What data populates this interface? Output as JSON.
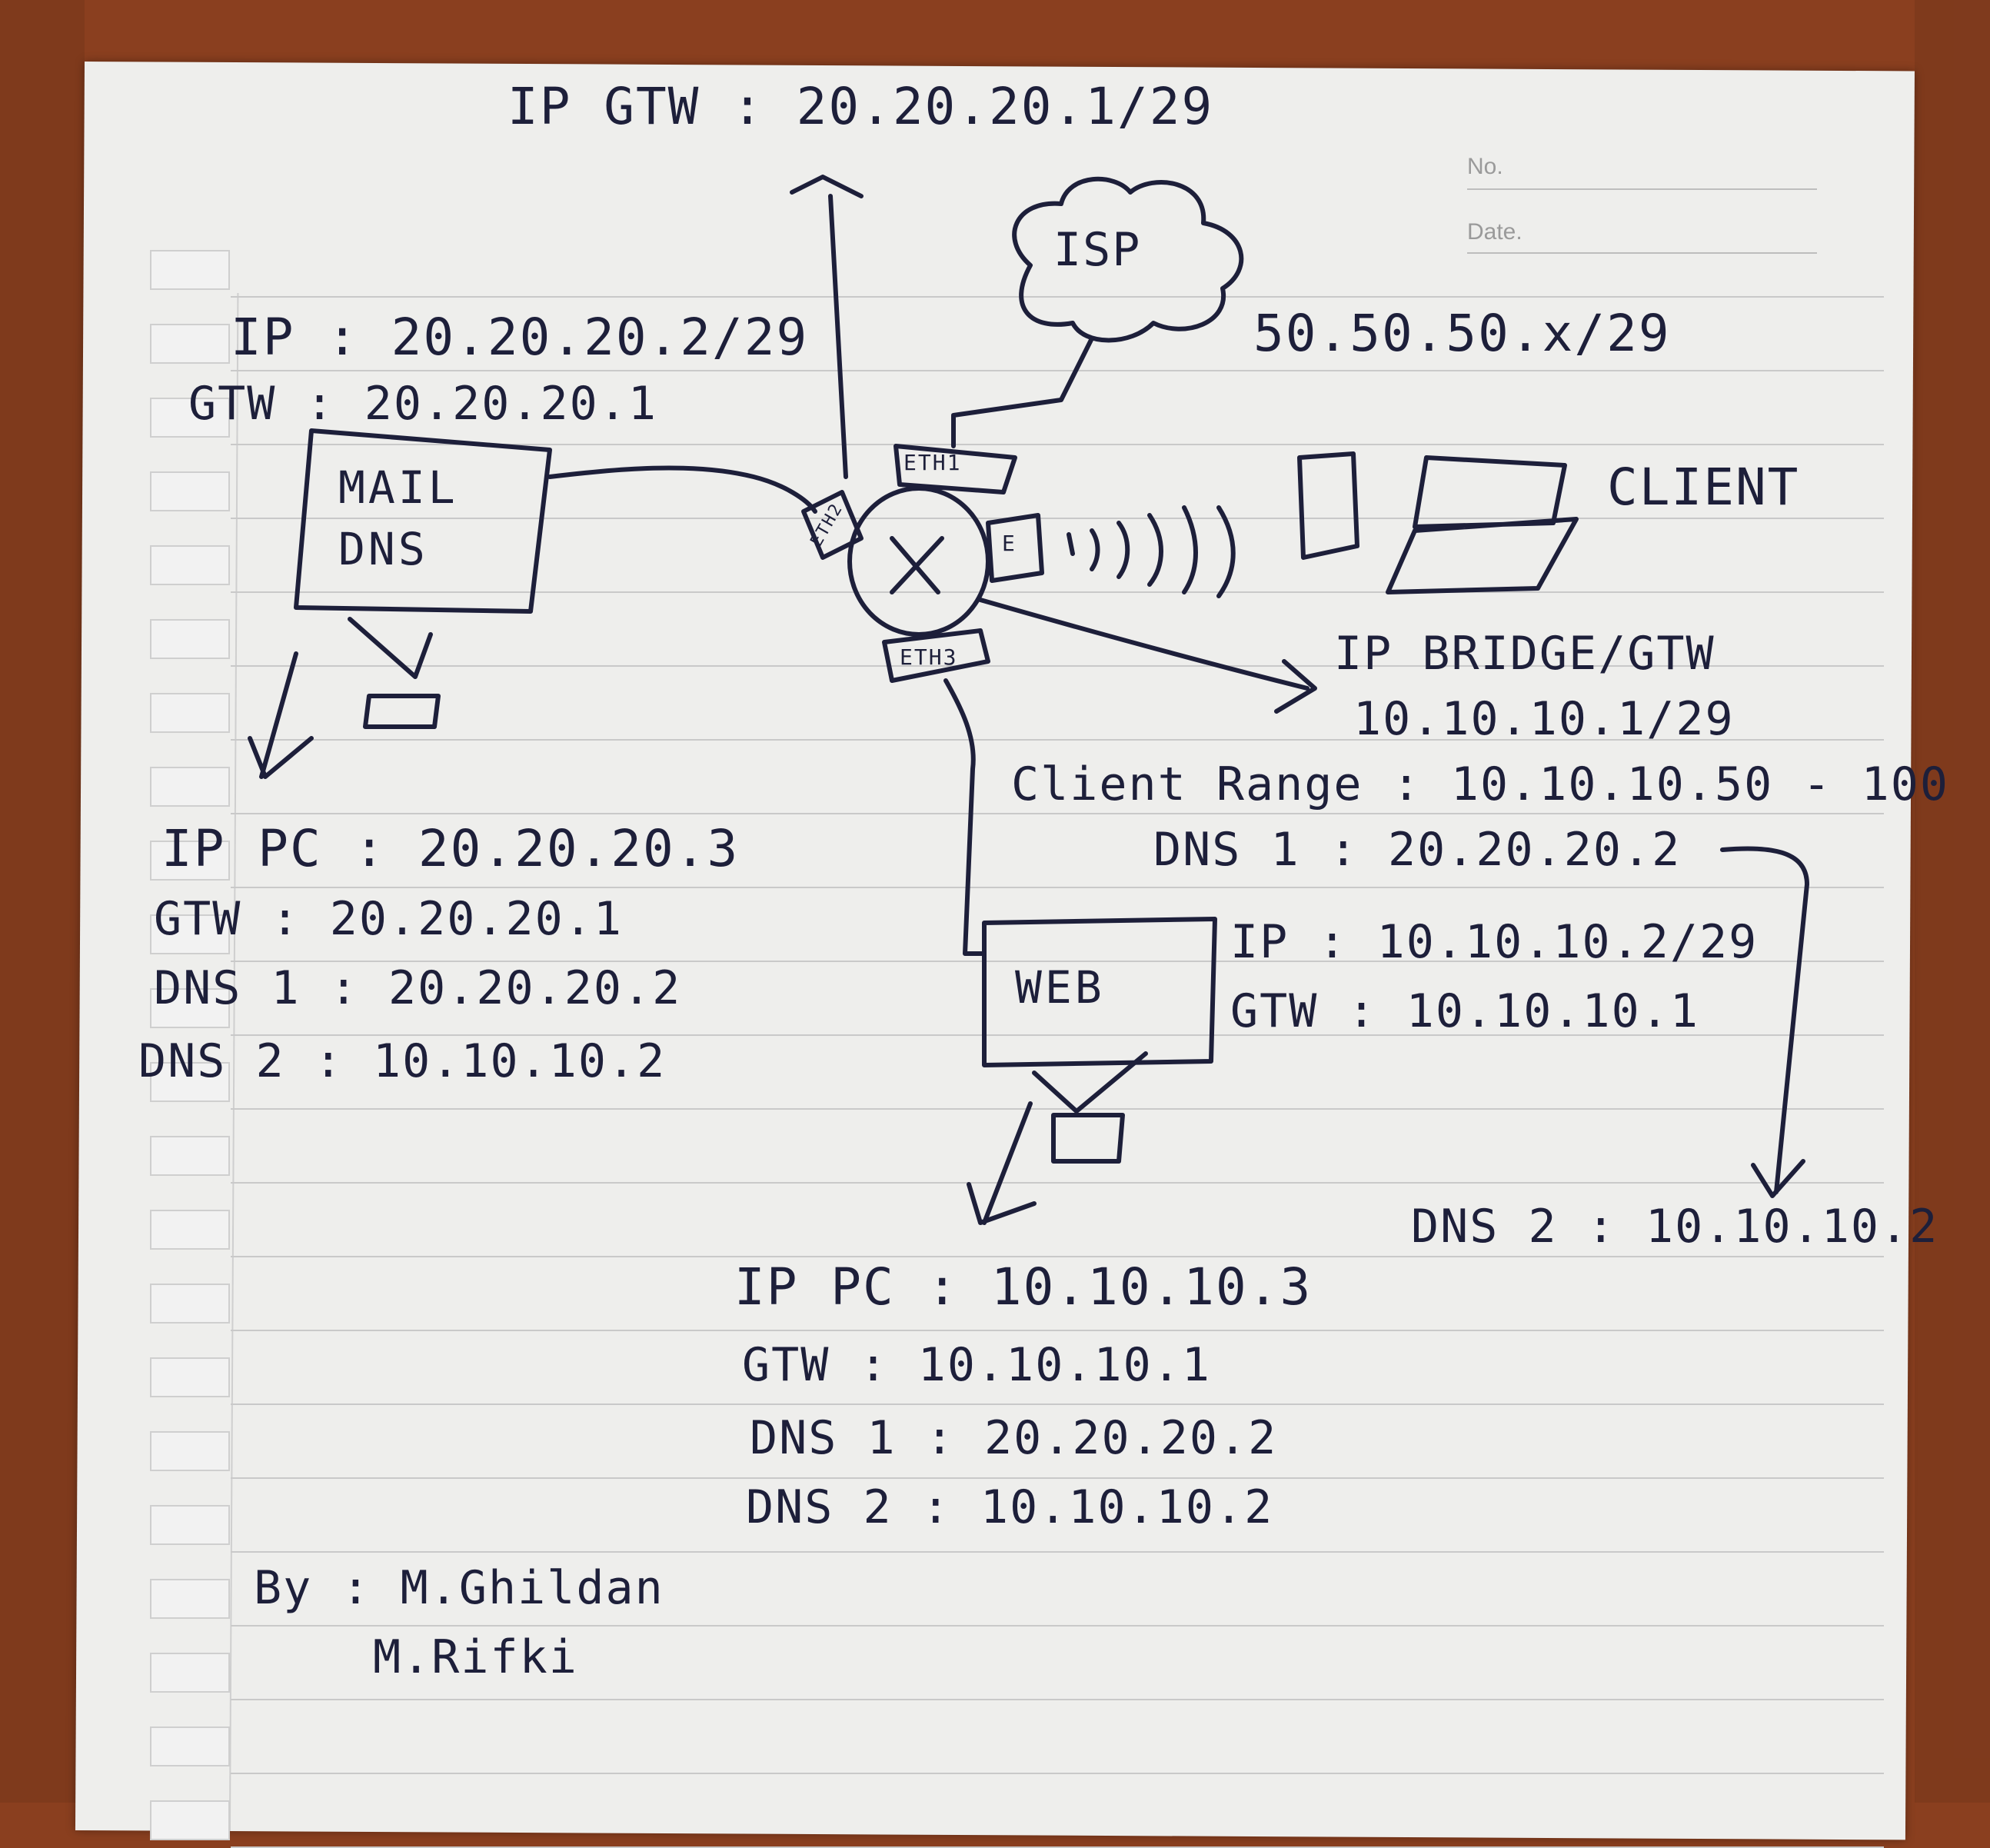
{
  "paper": {
    "no_label": "No.",
    "date_label": "Date."
  },
  "top": {
    "ip_gtw": "IP GTW : 20.20.20.1/29"
  },
  "isp": {
    "cloud_label": "ISP",
    "subnet": "50.50.50.x/29"
  },
  "router": {
    "center_symbol": "X",
    "ports": [
      "ETH1",
      "ETH2",
      "ETH3",
      "E"
    ]
  },
  "mail_server": {
    "ip": "IP : 20.20.20.2/29",
    "gtw": "GTW : 20.20.20.1",
    "box_line1": "MAIL",
    "box_line2": "DNS",
    "pc_ip": "IP PC : 20.20.20.3",
    "pc_gtw": "GTW : 20.20.20.1",
    "pc_dns1": "DNS 1 : 20.20.20.2",
    "pc_dns2": "DNS 2 : 10.10.10.2"
  },
  "client": {
    "label": "CLIENT",
    "bridge_title": "IP BRIDGE/GTW",
    "bridge_ip": "10.10.10.1/29",
    "range": "Client Range : 10.10.10.50 - 100",
    "dns1": "DNS 1 : 20.20.20.2",
    "dns2": "DNS 2 : 10.10.10.2"
  },
  "web_server": {
    "box_label": "WEB",
    "ip": "IP : 10.10.10.2/29",
    "gtw": "GTW : 10.10.10.1",
    "pc_ip": "IP PC : 10.10.10.3",
    "pc_gtw": "GTW : 10.10.10.1",
    "pc_dns1": "DNS 1 : 20.20.20.2",
    "pc_dns2": "DNS 2 : 10.10.10.2"
  },
  "authors": {
    "by_label": "By : M.Ghildan",
    "second": "M.Rifki"
  },
  "colors": {
    "ink": "#1d1f3a",
    "paper": "#eeeeec",
    "wood": "#8a3f1f"
  }
}
